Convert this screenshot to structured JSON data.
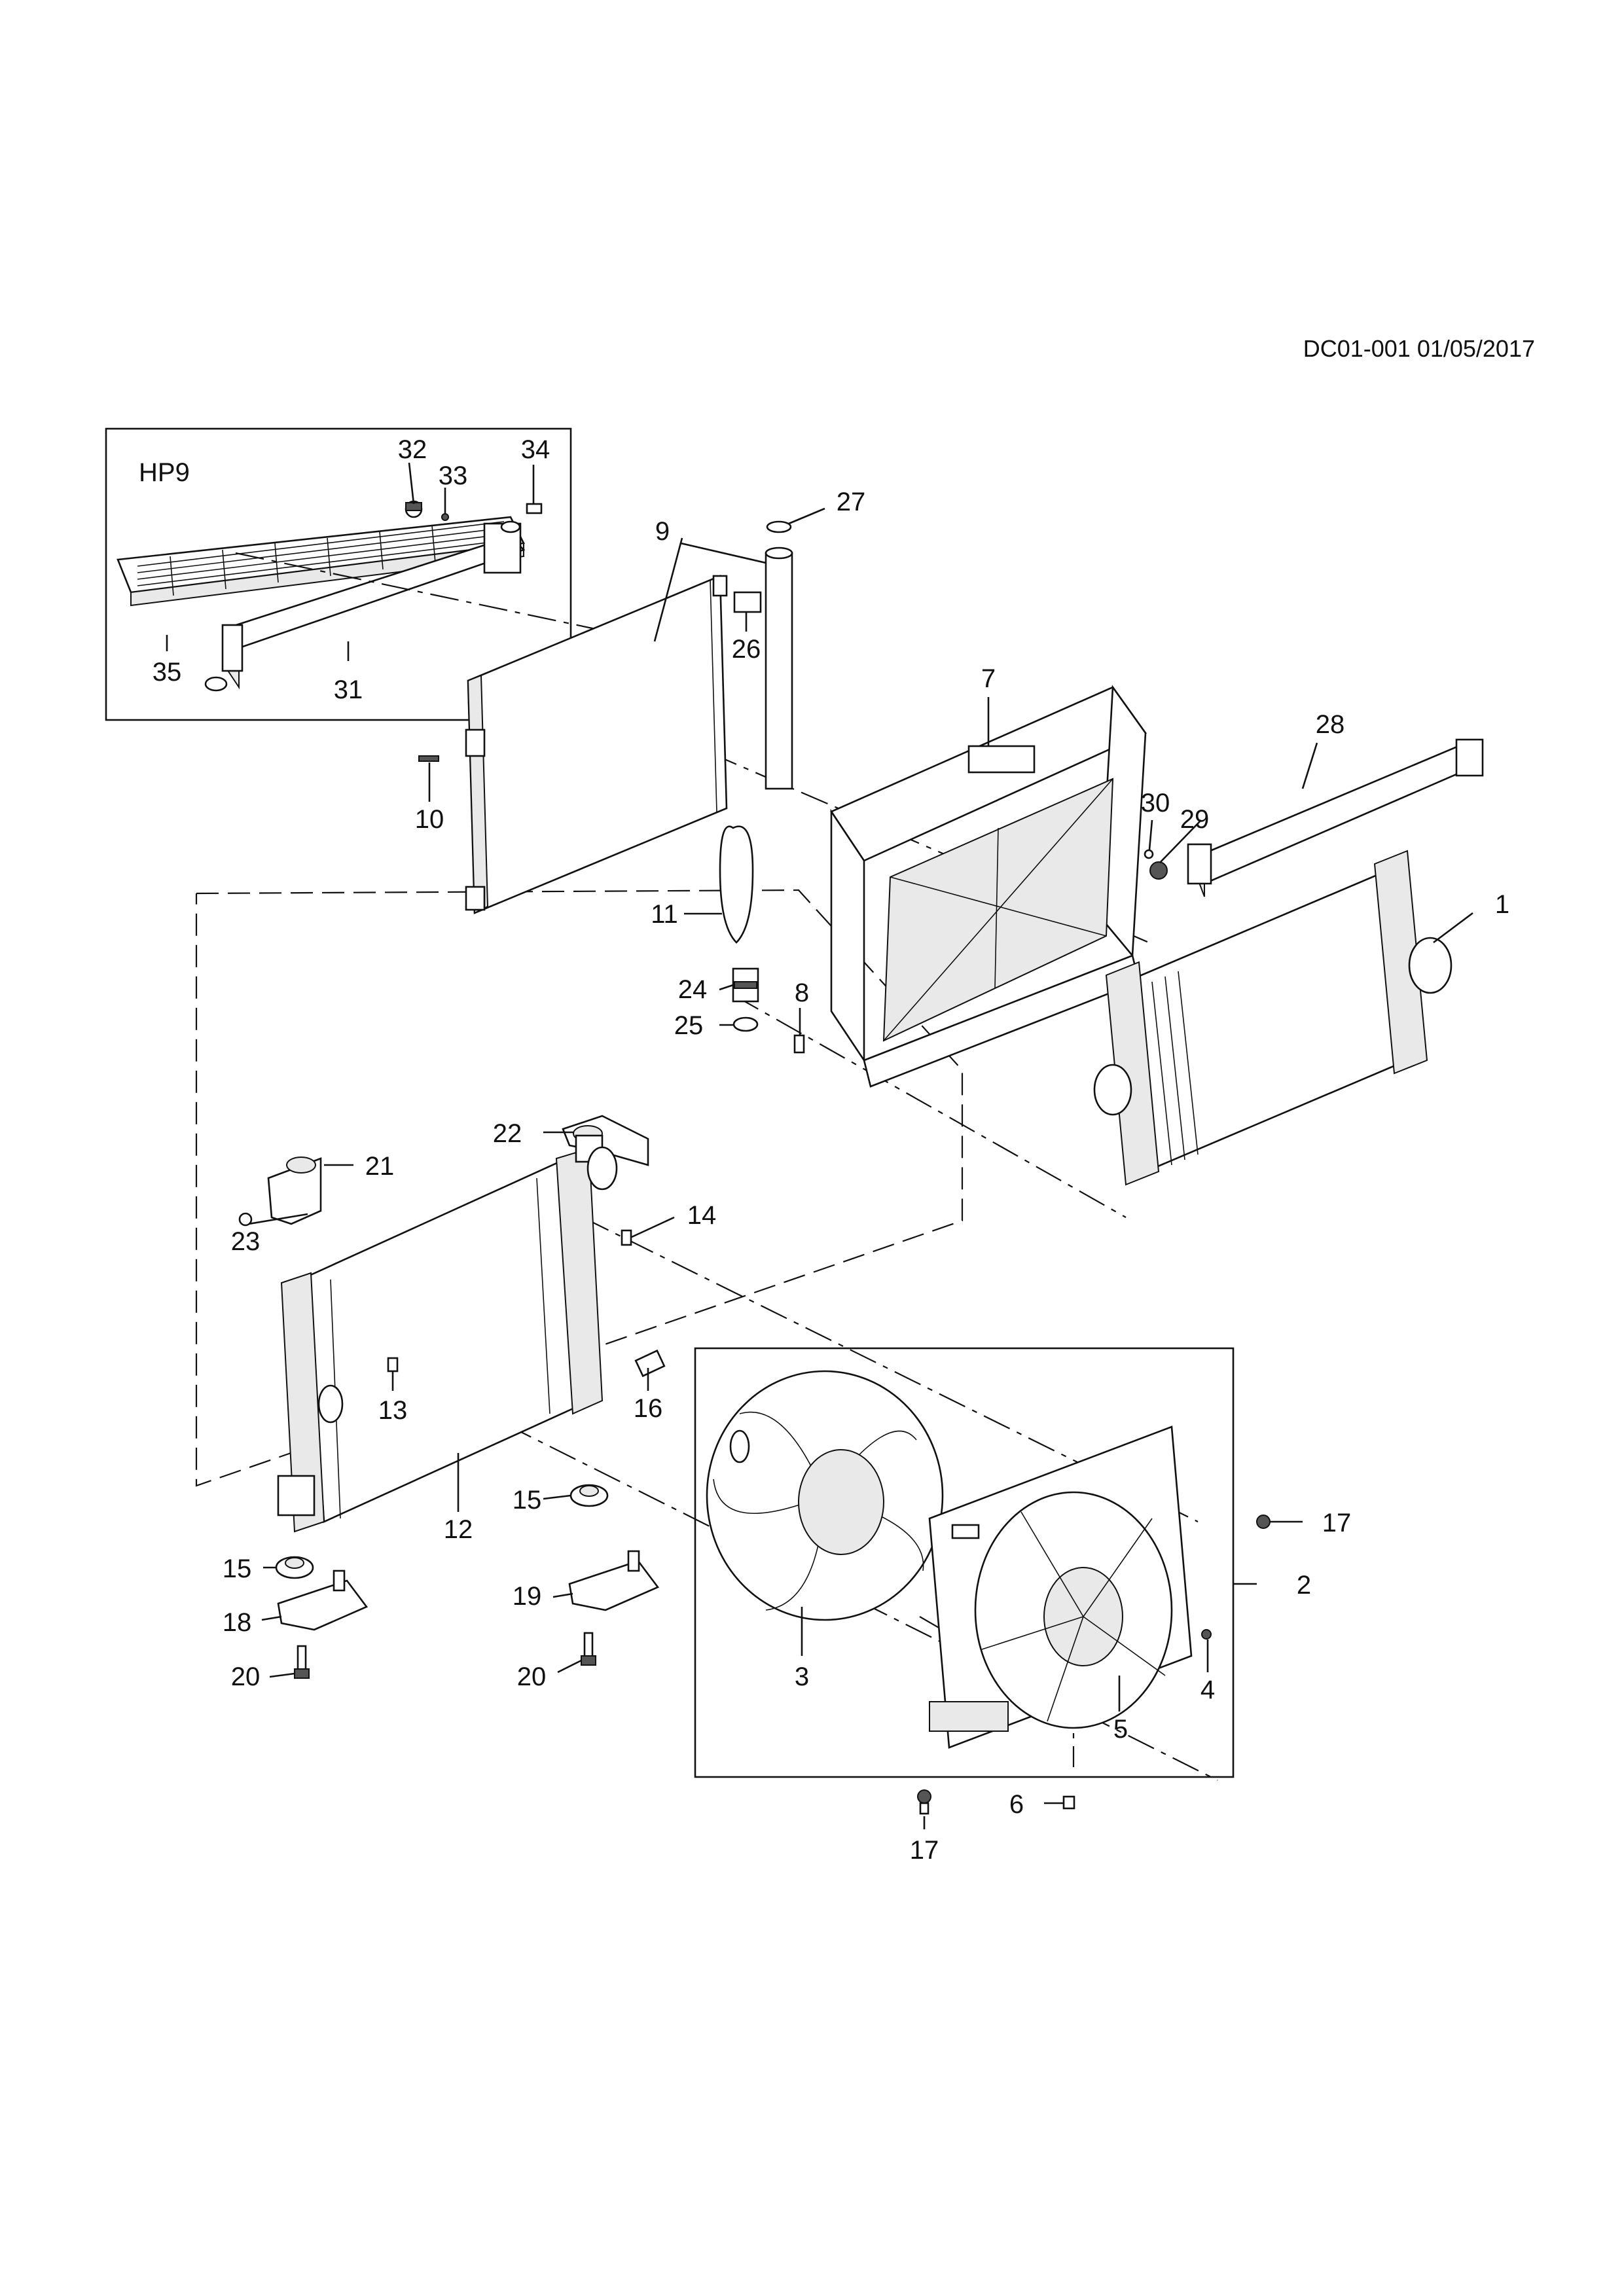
{
  "header": {
    "doc_ref": "DC01-001 01/05/2017"
  },
  "inset_label": "HP9",
  "callouts": [
    {
      "id": "c1",
      "text": "1"
    },
    {
      "id": "c2",
      "text": "2"
    },
    {
      "id": "c3",
      "text": "3"
    },
    {
      "id": "c4",
      "text": "4"
    },
    {
      "id": "c5",
      "text": "5"
    },
    {
      "id": "c6",
      "text": "6"
    },
    {
      "id": "c7",
      "text": "7"
    },
    {
      "id": "c8",
      "text": "8"
    },
    {
      "id": "c9",
      "text": "9"
    },
    {
      "id": "c10",
      "text": "10"
    },
    {
      "id": "c11",
      "text": "11"
    },
    {
      "id": "c12",
      "text": "12"
    },
    {
      "id": "c13",
      "text": "13"
    },
    {
      "id": "c14",
      "text": "14"
    },
    {
      "id": "c15a",
      "text": "15"
    },
    {
      "id": "c15b",
      "text": "15"
    },
    {
      "id": "c16",
      "text": "16"
    },
    {
      "id": "c17a",
      "text": "17"
    },
    {
      "id": "c17b",
      "text": "17"
    },
    {
      "id": "c18",
      "text": "18"
    },
    {
      "id": "c19",
      "text": "19"
    },
    {
      "id": "c20a",
      "text": "20"
    },
    {
      "id": "c20b",
      "text": "20"
    },
    {
      "id": "c21",
      "text": "21"
    },
    {
      "id": "c22",
      "text": "22"
    },
    {
      "id": "c23",
      "text": "23"
    },
    {
      "id": "c24",
      "text": "24"
    },
    {
      "id": "c25",
      "text": "25"
    },
    {
      "id": "c26",
      "text": "26"
    },
    {
      "id": "c27",
      "text": "27"
    },
    {
      "id": "c28",
      "text": "28"
    },
    {
      "id": "c29",
      "text": "29"
    },
    {
      "id": "c30",
      "text": "30"
    },
    {
      "id": "c31",
      "text": "31"
    },
    {
      "id": "c32",
      "text": "32"
    },
    {
      "id": "c33",
      "text": "33"
    },
    {
      "id": "c34",
      "text": "34"
    },
    {
      "id": "c35",
      "text": "35"
    }
  ]
}
